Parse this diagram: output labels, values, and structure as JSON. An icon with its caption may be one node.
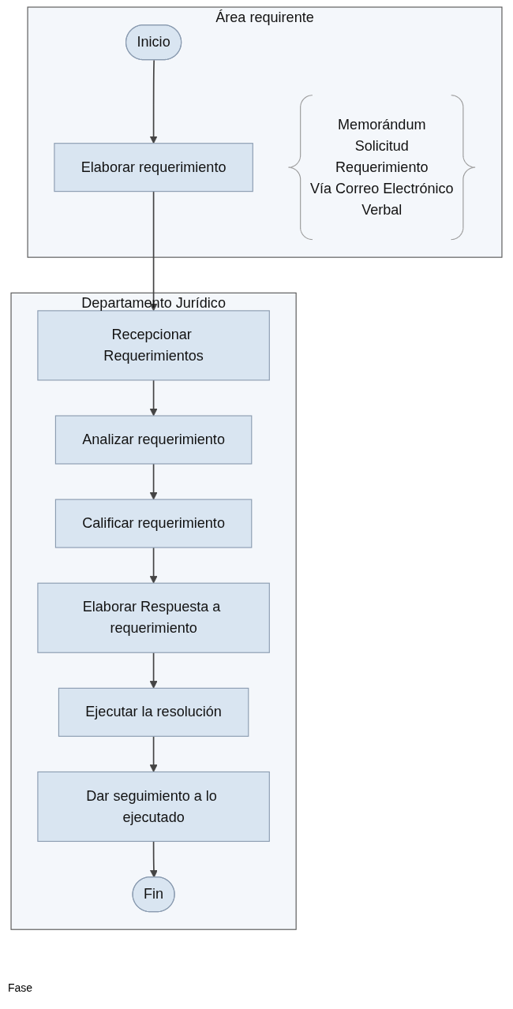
{
  "diagram": {
    "nodes": [
      {
        "text": [
          "Área requirente"
        ]
      },
      {
        "text": [
          "Inicio"
        ],
        "in": 0
      },
      {
        "text": [
          "Elaborar requerimiento"
        ],
        "in": 0
      },
      {
        "text": [
          "Memorándum",
          "Solicitud",
          "Requerimiento",
          "Vía Correo Electrónico",
          "Verbal"
        ],
        "in": 0
      },
      {
        "text": [
          "Departamento Jurídico"
        ]
      },
      {
        "text": [
          "Recepcionar Requerimientos"
        ],
        "in": 4
      },
      {
        "text": [
          "Analizar requerimiento"
        ],
        "in": 4
      },
      {
        "text": [
          "Calificar requerimiento"
        ],
        "in": 4
      },
      {
        "text": [
          "Elaborar Respuesta a requerimiento"
        ],
        "in": 4
      },
      {
        "text": [
          "Ejecutar la resolución"
        ],
        "in": 4
      },
      {
        "text": [
          "Dar seguimiento a lo ejecutado"
        ],
        "in": 4
      },
      {
        "text": [
          "Fin"
        ],
        "in": 4
      }
    ],
    "edges": [
      {
        "from": 1,
        "to": 2,
        "arrow": "to"
      },
      {
        "from": 2,
        "to": 5,
        "arrow": "to"
      },
      {
        "from": 5,
        "to": 6,
        "arrow": "to"
      },
      {
        "from": 6,
        "to": 7,
        "arrow": "to"
      },
      {
        "from": 7,
        "to": 8,
        "arrow": "to"
      },
      {
        "from": 8,
        "to": 9,
        "arrow": "to"
      },
      {
        "from": 9,
        "to": 10,
        "arrow": "to"
      },
      {
        "from": 10,
        "to": 11,
        "arrow": "to"
      }
    ],
    "labels": [
      "Fase"
    ]
  }
}
